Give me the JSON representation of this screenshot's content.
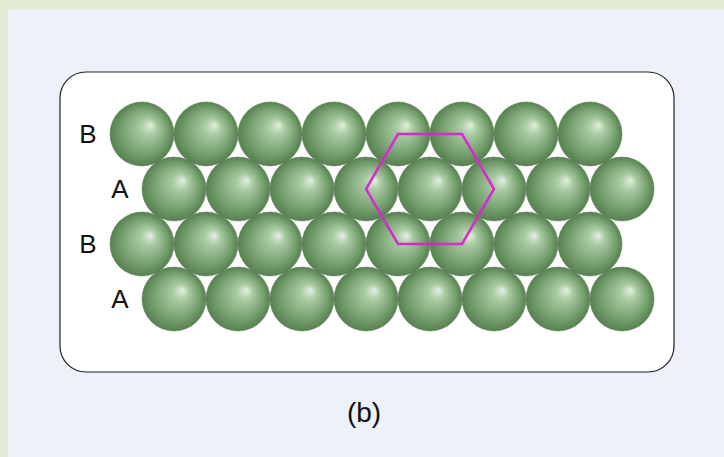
{
  "diagram": {
    "caption": "(b)",
    "labels": [
      "B",
      "A",
      "B",
      "A"
    ]
  }
}
